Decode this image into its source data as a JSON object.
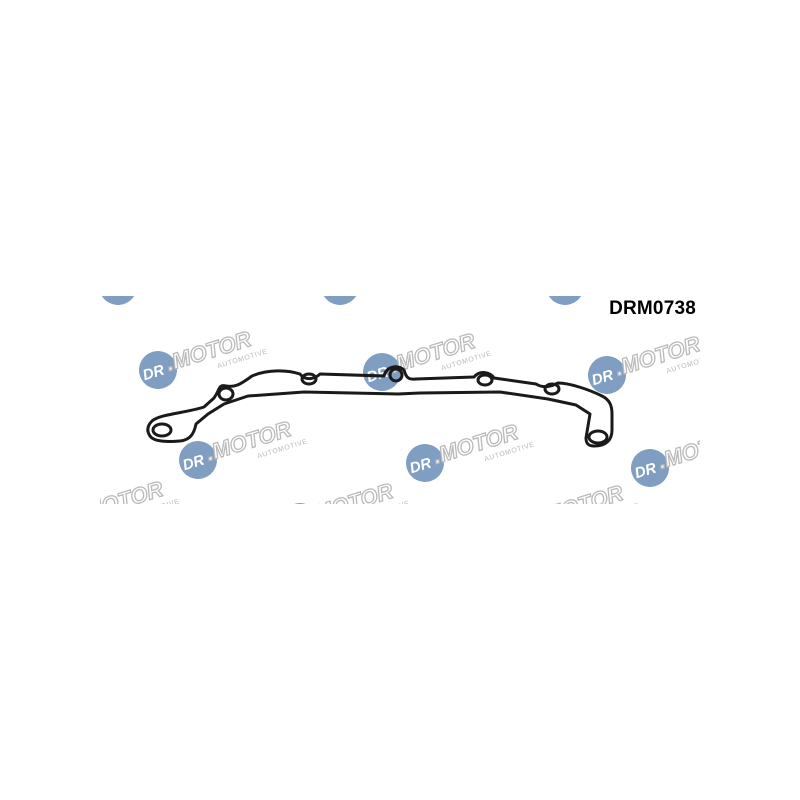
{
  "part_number": "DRM0738",
  "watermark": {
    "brand": "DR.MOTOR",
    "tagline": "AUTOMOTIVE"
  },
  "colors": {
    "background": "#ffffff",
    "gasket": "#1a1a1a",
    "watermark_blue": "#7f9ec2",
    "watermark_grey": "#b9b9b9",
    "text": "#111111"
  }
}
